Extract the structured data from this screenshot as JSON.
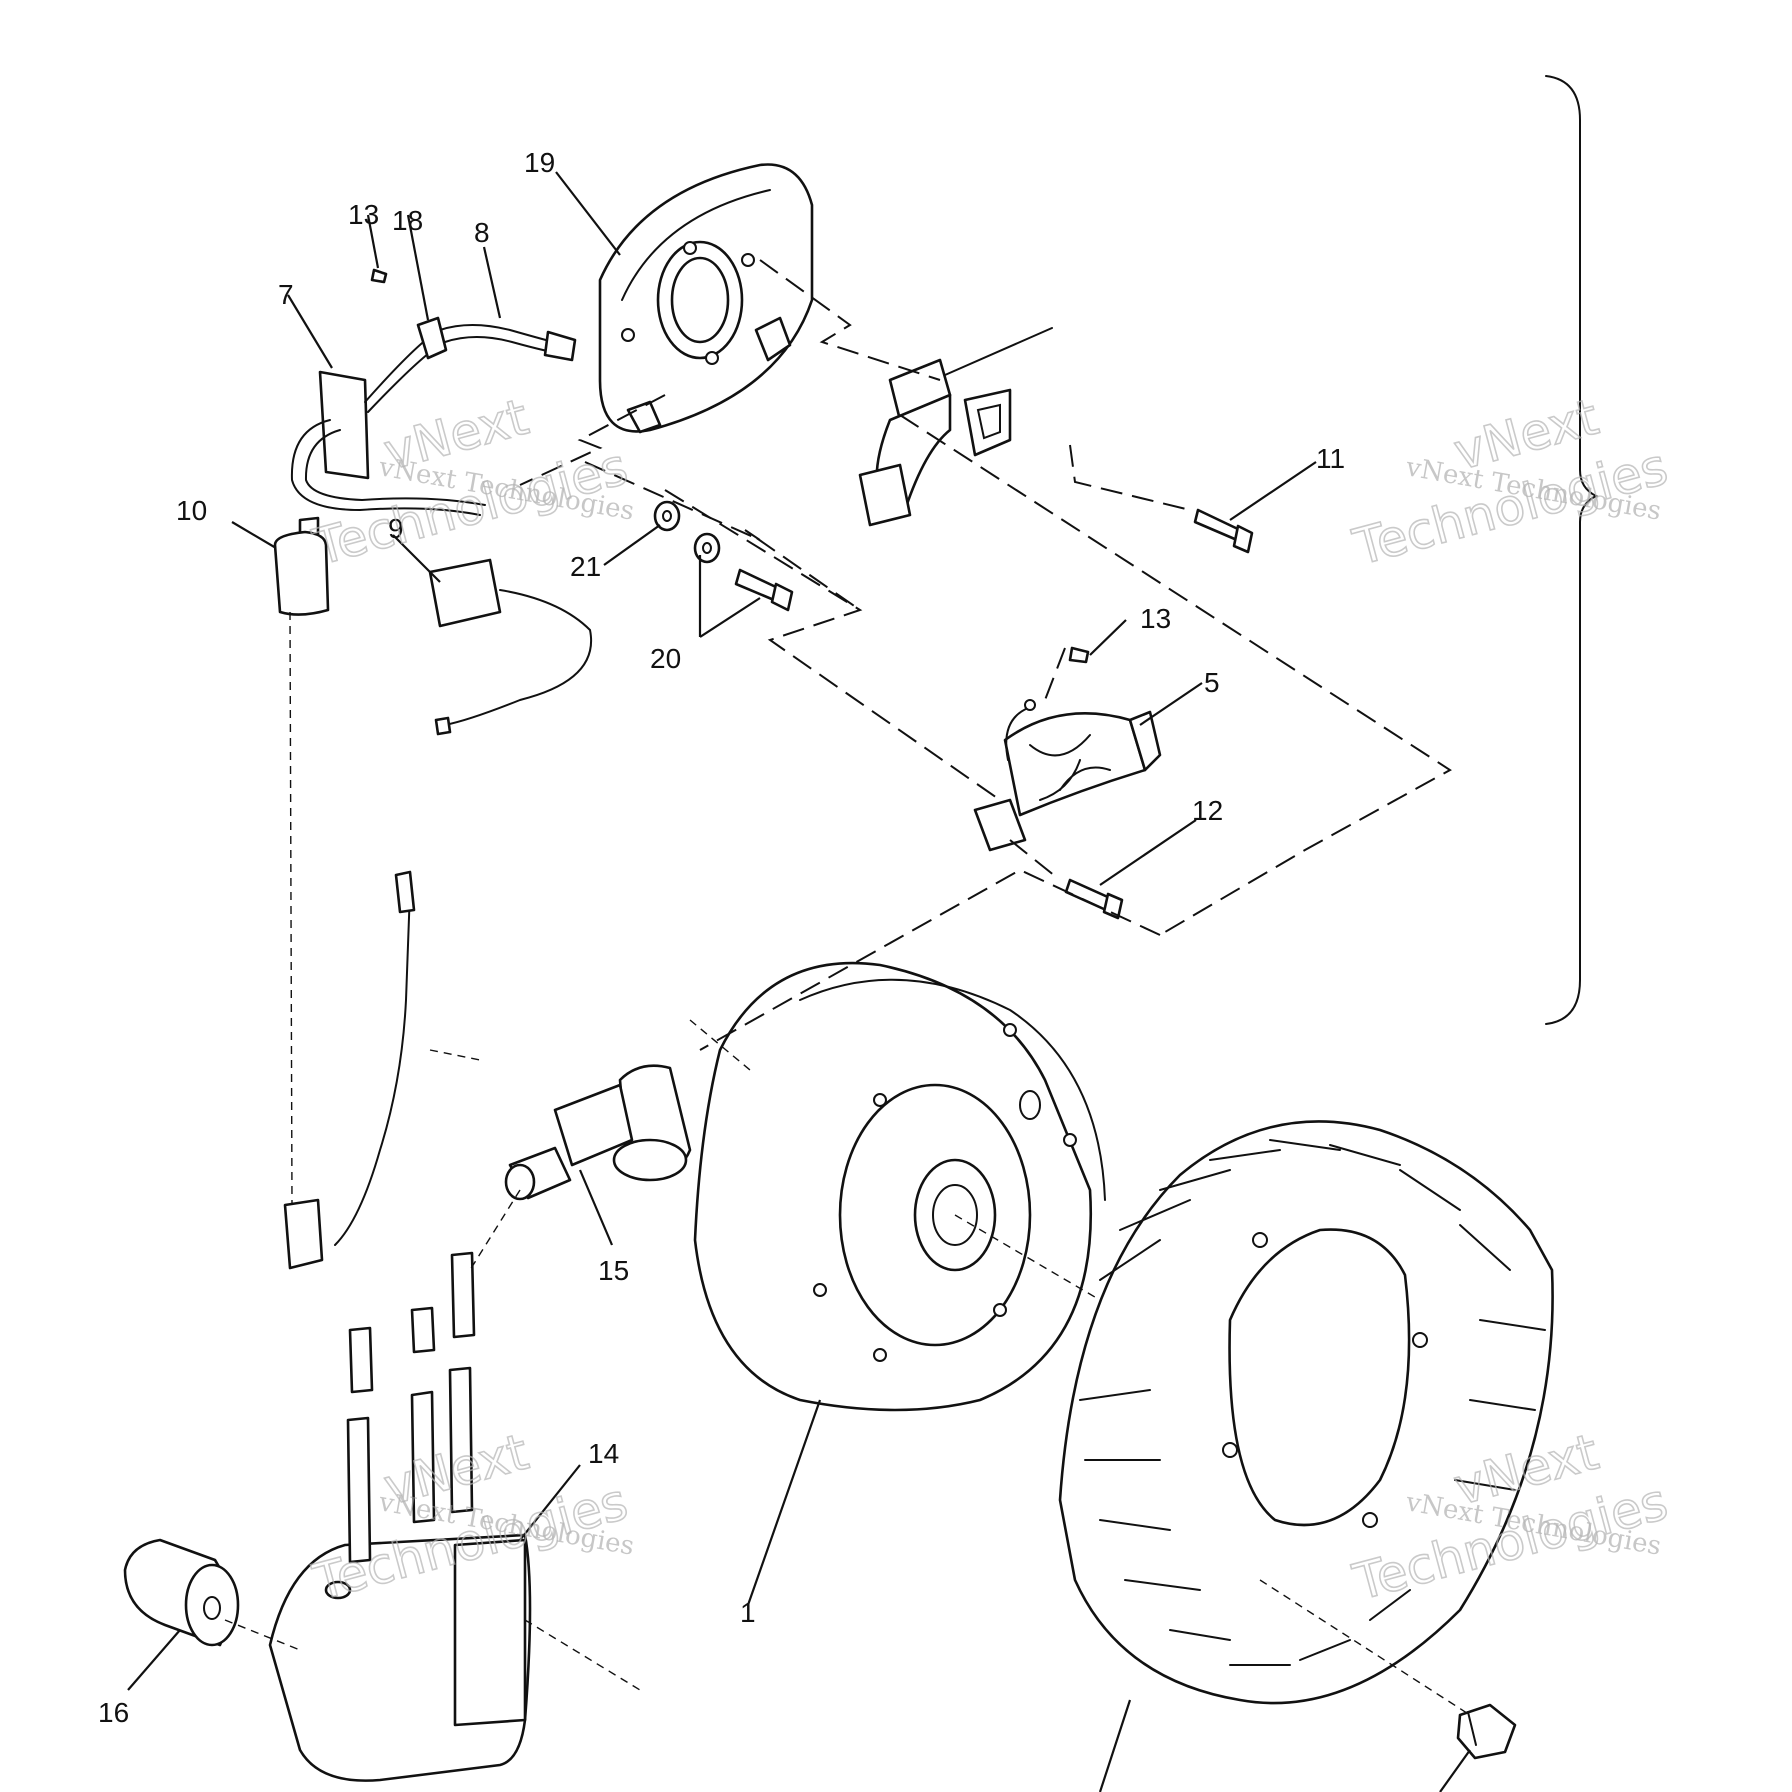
{
  "callouts": {
    "c1": "1",
    "c5": "5",
    "c7": "7",
    "c8": "8",
    "c9": "9",
    "c10": "10",
    "c11": "11",
    "c12": "12",
    "c13a": "13",
    "c13b": "13",
    "c14": "14",
    "c15": "15",
    "c16": "16",
    "c18": "18",
    "c19": "19",
    "c20": "20",
    "c21": "21"
  },
  "watermark": {
    "small_text": "vNext Technologies",
    "big_line1": "vNext",
    "big_line2": "Technologies"
  }
}
